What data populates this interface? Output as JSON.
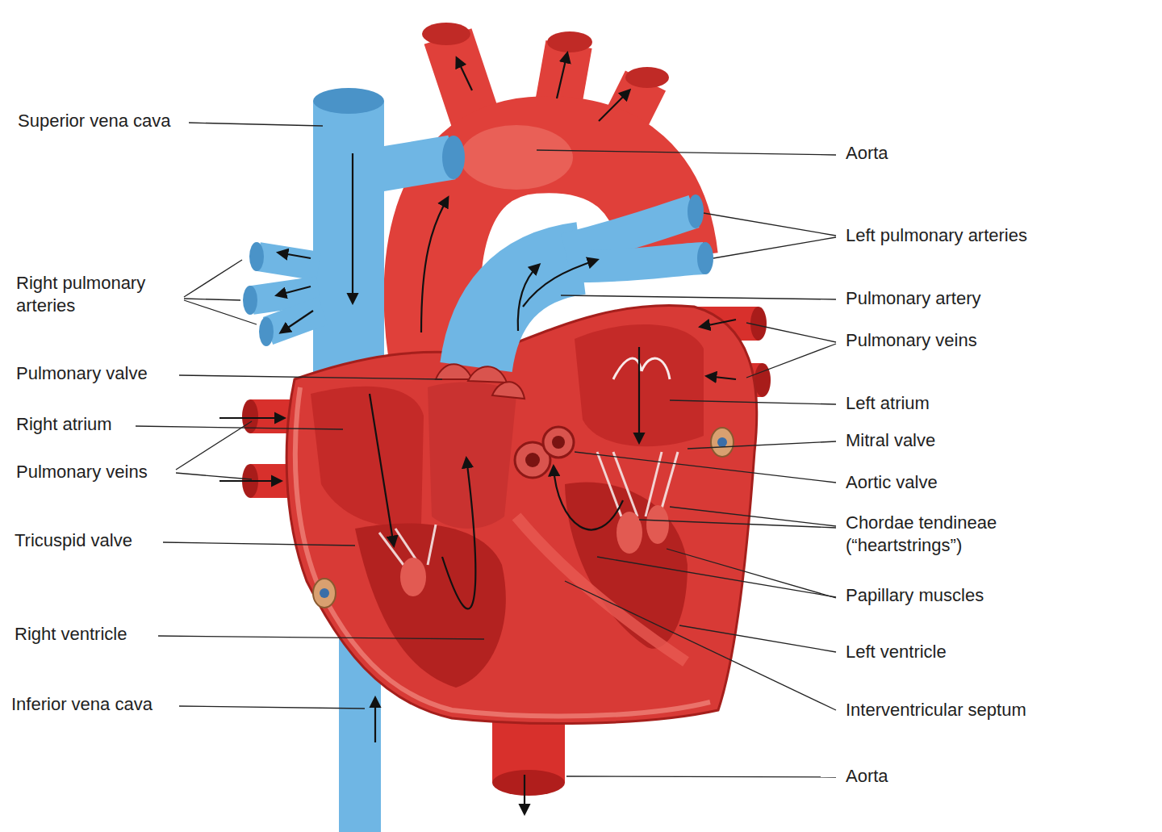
{
  "diagram": {
    "labels": [
      "Superior vena cava",
      "Right pulmonary arteries",
      "Pulmonary valve",
      "Right atrium",
      "Pulmonary veins",
      "Tricuspid valve",
      "Right ventricle",
      "Inferior vena cava",
      "Aorta",
      "Left pulmonary arteries",
      "Pulmonary artery",
      "Pulmonary veins",
      "Left atrium",
      "Mitral valve",
      "Aortic valve",
      "Chordae tendineae (“heartstrings”)",
      "Papillary muscles",
      "Left ventricle",
      "Interventricular septum",
      "Aorta"
    ]
  }
}
